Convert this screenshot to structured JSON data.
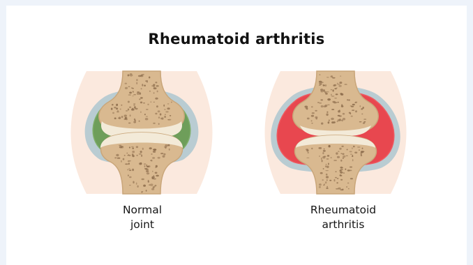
{
  "title": "Rheumatoid arthritis",
  "panels": [
    {
      "id": "normal",
      "caption_lines": [
        "Normal",
        "joint"
      ],
      "capsule_color": "#6e9e5a",
      "capsule_highlight": "#7fae6a"
    },
    {
      "id": "ra",
      "caption_lines": [
        "Rheumatoid",
        "arthritis"
      ],
      "capsule_color": "#e8474f",
      "capsule_highlight": "#ee5a60"
    }
  ],
  "colors": {
    "background": "#eef3fa",
    "card": "#ffffff",
    "soft_tissue": "#fbe9de",
    "membrane": "#b9ccd2",
    "bone": "#d9b990",
    "bone_outline": "#c9a67a",
    "cartilage": "#f3ead8",
    "pores": "#8a6a4a"
  }
}
